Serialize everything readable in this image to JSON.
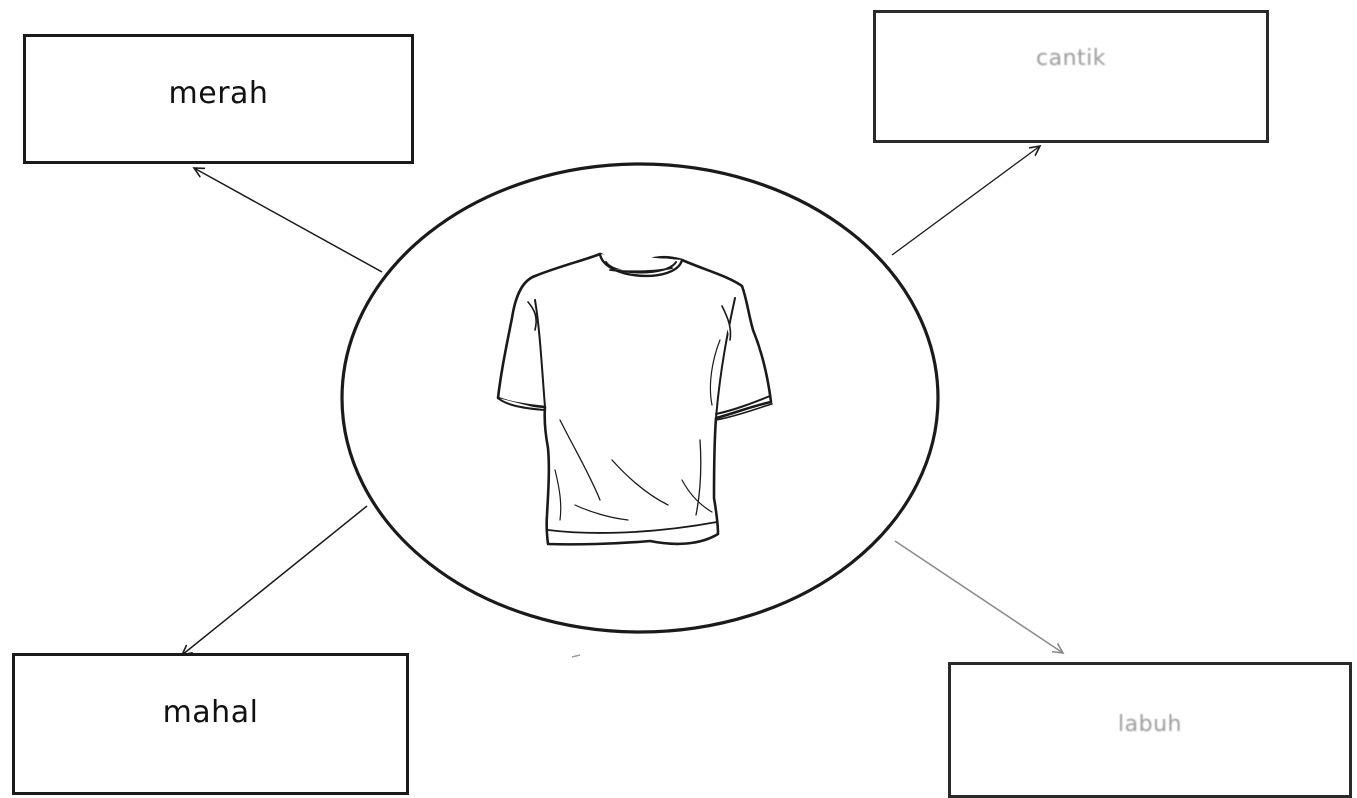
{
  "diagram": {
    "center": {
      "shape": "ellipse",
      "image": "t-shirt-icon"
    },
    "boxes": [
      {
        "id": "top-left",
        "label": "merah"
      },
      {
        "id": "top-right",
        "label": "cantik"
      },
      {
        "id": "bottom-left",
        "label": "mahal"
      },
      {
        "id": "bottom-right",
        "label": "labuh"
      }
    ],
    "colors": {
      "line": "#1a1a1a",
      "faded_text": "#9a9a9a",
      "background": "#ffffff"
    }
  }
}
